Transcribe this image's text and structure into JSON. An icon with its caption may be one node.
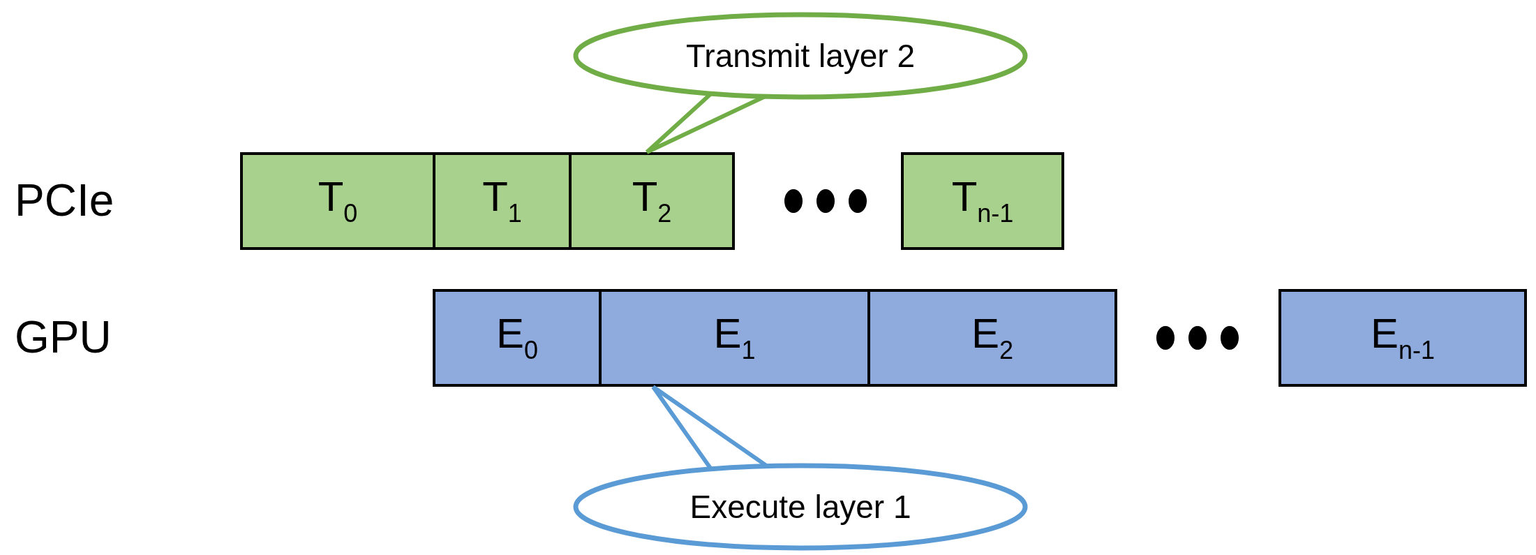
{
  "diagram": {
    "nodes": [
      {
        "text": [
          "Transmit layer 2"
        ]
      },
      {
        "text": [
          "T$_{0}$"
        ]
      },
      {
        "text": [
          "T$_{1}$"
        ]
      },
      {
        "text": [
          "T$_{2}$"
        ]
      },
      {
        "text": [
          "T$_{n-1}$"
        ]
      },
      {
        "text": [
          "E$_{0}$"
        ]
      },
      {
        "text": [
          "E$_{1}$"
        ]
      },
      {
        "text": [
          "E$_{2}$"
        ]
      },
      {
        "text": [
          "E$_{n-1}$"
        ]
      },
      {
        "text": [
          "Execute layer 1"
        ]
      }
    ],
    "edges": [
      {
        "from": 0,
        "to": 3,
        "arrow": "none",
        "color": "#70ad47"
      },
      {
        "from": 9,
        "to": 6,
        "arrow": "none",
        "color": "#5b9bd5"
      }
    ],
    "labels": [
      "PCIe",
      "GPU"
    ]
  }
}
